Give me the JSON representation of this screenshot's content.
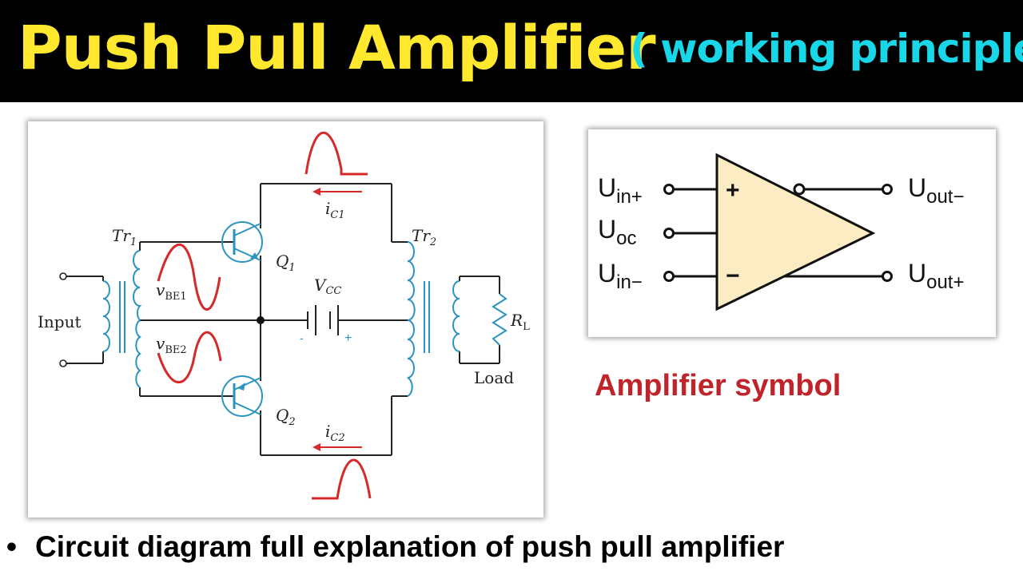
{
  "header": {
    "title": "Push Pull Amplifier",
    "subtitle": "( working principle )",
    "title_color": "#ffe82e",
    "subtitle_color": "#18d7e8",
    "background": "#000000"
  },
  "circuit": {
    "labels": {
      "tr1": "Tr",
      "tr1_sub": "1",
      "tr2": "Tr",
      "tr2_sub": "2",
      "q1": "Q",
      "q1_sub": "1",
      "q2": "Q",
      "q2_sub": "2",
      "vcc": "V",
      "vcc_sub": "CC",
      "ic1": "i",
      "ic1_sub": "C1",
      "ic2": "i",
      "ic2_sub": "C2",
      "vbe1": "v",
      "vbe1_sub": "BE1",
      "vbe2": "v",
      "vbe2_sub": "BE2",
      "rl": "R",
      "rl_sub": "L",
      "input": "Input",
      "load": "Load",
      "battery_minus": "-",
      "battery_plus": "+"
    },
    "colors": {
      "wire": "#222222",
      "coil": "#2a93c2",
      "signal": "#d42a2a"
    }
  },
  "amplifier": {
    "pins": {
      "in_plus": "U",
      "in_plus_sub": "in+",
      "oc": "U",
      "oc_sub": "oc",
      "in_minus": "U",
      "in_minus_sub": "in−",
      "out_minus": "U",
      "out_minus_sub": "out−",
      "out_plus": "U",
      "out_plus_sub": "out+"
    },
    "plus_sign": "+",
    "minus_sign": "−",
    "fill_color": "#fbecc4",
    "caption": "Amplifier symbol",
    "caption_color": "#c0232a"
  },
  "footer": {
    "bullet": "•",
    "text": "Circuit diagram full explanation of push pull amplifier"
  }
}
